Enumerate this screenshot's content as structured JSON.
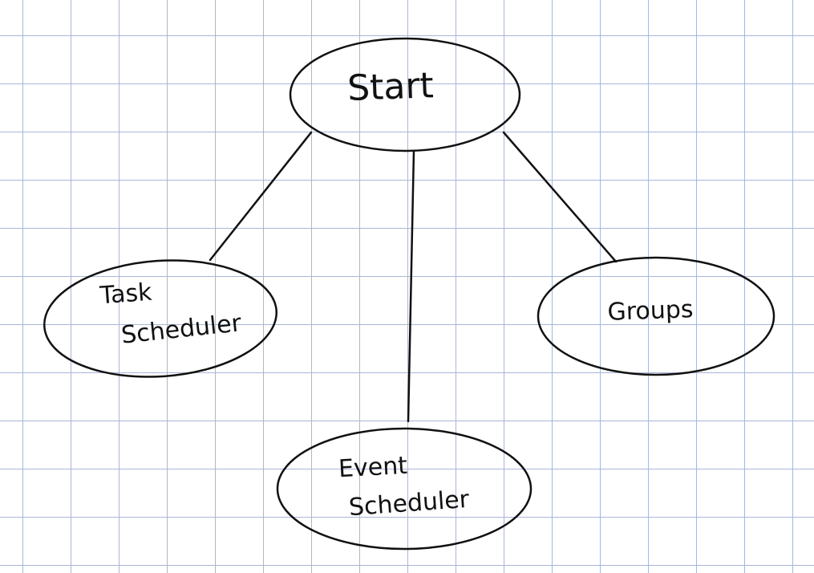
{
  "diagram": {
    "type": "mind-map",
    "nodes": [
      {
        "id": "start",
        "label": "Start"
      },
      {
        "id": "task",
        "line1": "Task",
        "line2": "Scheduler"
      },
      {
        "id": "groups",
        "label": "Groups"
      },
      {
        "id": "event",
        "line1": "Event",
        "line2": "Scheduler"
      }
    ],
    "edges": [
      {
        "from": "start",
        "to": "task"
      },
      {
        "from": "start",
        "to": "event"
      },
      {
        "from": "start",
        "to": "groups"
      }
    ]
  },
  "style": {
    "grid_color": "#aab6d8",
    "ink_color": "#111111",
    "background": "#ffffff"
  }
}
